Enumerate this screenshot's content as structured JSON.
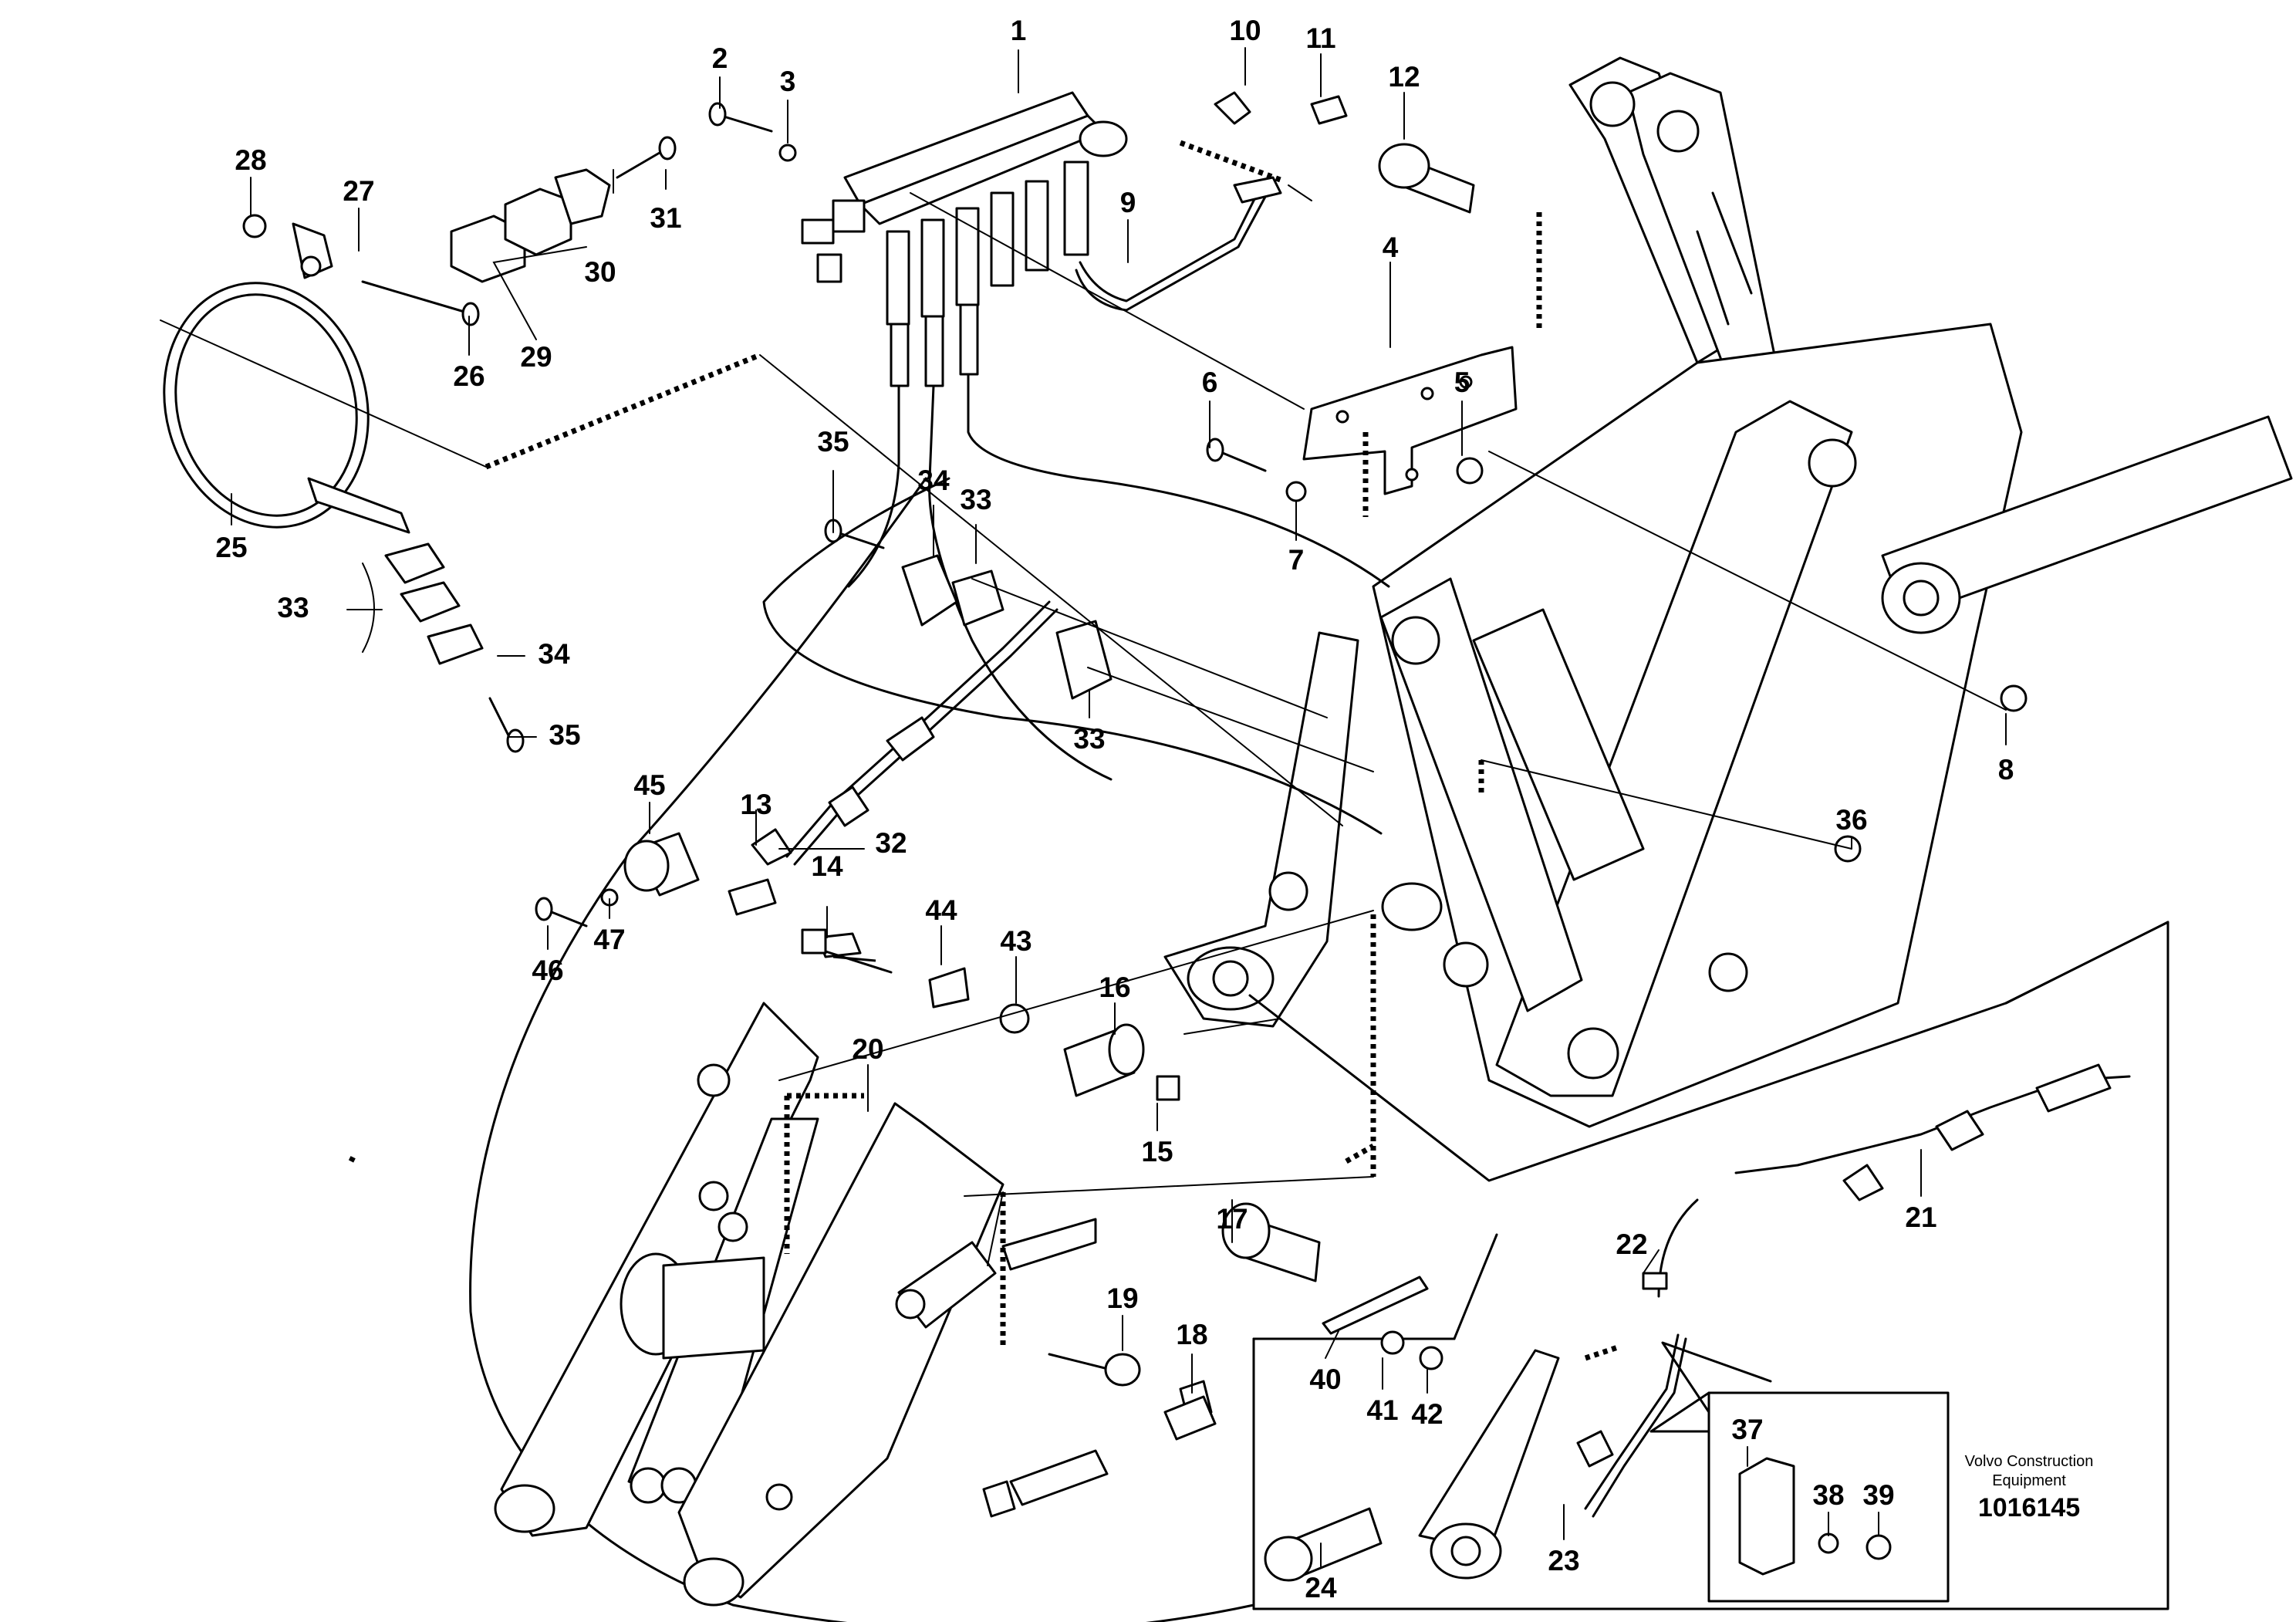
{
  "drawing": {
    "publisher_line1": "Volvo Construction",
    "publisher_line2": "Equipment",
    "drawing_number": "1016145"
  },
  "callouts": [
    "1",
    "2",
    "3",
    "4",
    "5",
    "6",
    "7",
    "8",
    "9",
    "10",
    "11",
    "12",
    "13",
    "14",
    "15",
    "16",
    "17",
    "18",
    "19",
    "20",
    "21",
    "22",
    "23",
    "24",
    "25",
    "26",
    "27",
    "28",
    "29",
    "30",
    "31",
    "32",
    "33",
    "34",
    "35",
    "36",
    "37",
    "38",
    "39",
    "40",
    "41",
    "42",
    "43",
    "44",
    "45",
    "46",
    "47"
  ],
  "callout_33_repeat": "33",
  "callout_34_repeat": "34",
  "callout_35_repeat": "35"
}
